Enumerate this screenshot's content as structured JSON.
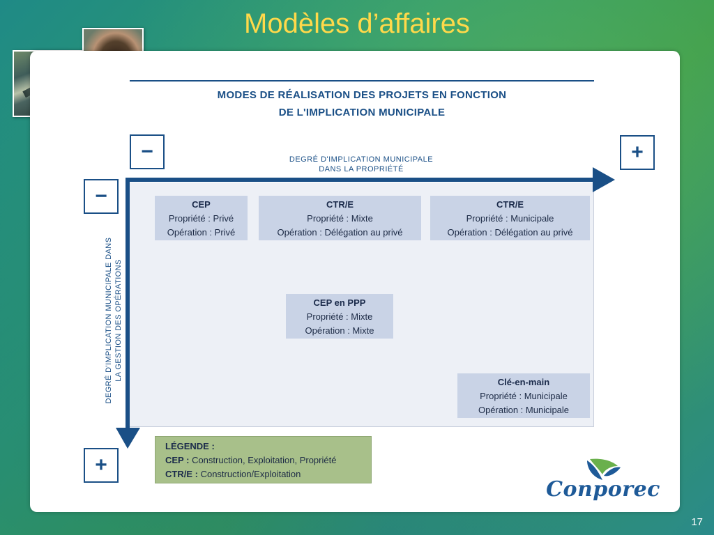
{
  "slide": {
    "title": "Modèles d’affaires",
    "page_number": "17"
  },
  "diagram": {
    "title_line1": "MODES DE RÉALISATION DES PROJETS EN FONCTION",
    "title_line2": "DE L'IMPLICATION MUNICIPALE",
    "horizontal_axis": {
      "caption_line1": "degré d'implication municipale",
      "caption_line2": "dans la propriété",
      "start_sign": "−",
      "end_sign": "+"
    },
    "vertical_axis": {
      "caption_line1": "degré d'implication municipale dans",
      "caption_line2": "la gestion des opérations",
      "start_sign": "−",
      "end_sign": "+"
    },
    "cells": [
      {
        "title": "CEP",
        "line1": "Propriété : Privé",
        "line2": "Opération : Privé"
      },
      {
        "title": "CTR/E",
        "line1": "Propriété : Mixte",
        "line2": "Opération : Délégation au privé"
      },
      {
        "title": "CTR/E",
        "line1": "Propriété : Municipale",
        "line2": "Opération : Délégation au privé"
      },
      {
        "title": "CEP en PPP",
        "line1": "Propriété : Mixte",
        "line2": "Opération : Mixte"
      },
      {
        "title": "Clé-en-main",
        "line1": "Propriété : Municipale",
        "line2": "Opération : Municipale"
      }
    ],
    "legend": {
      "heading": "LÉGENDE :",
      "items": [
        {
          "abbr": "CEP :",
          "text": "Construction, Exploitation, Propriété"
        },
        {
          "abbr": "CTR/E :",
          "text": "Construction/Exploitation"
        }
      ]
    }
  },
  "logo": {
    "text": "Conporec",
    "colors": {
      "blue": "#1e5a98",
      "green": "#6ab04c"
    }
  },
  "colors": {
    "axis_blue": "#1a4f86",
    "cell_fill": "#c9d3e6",
    "legend_fill": "#a8c08a",
    "title_yellow": "#ffd94a"
  }
}
